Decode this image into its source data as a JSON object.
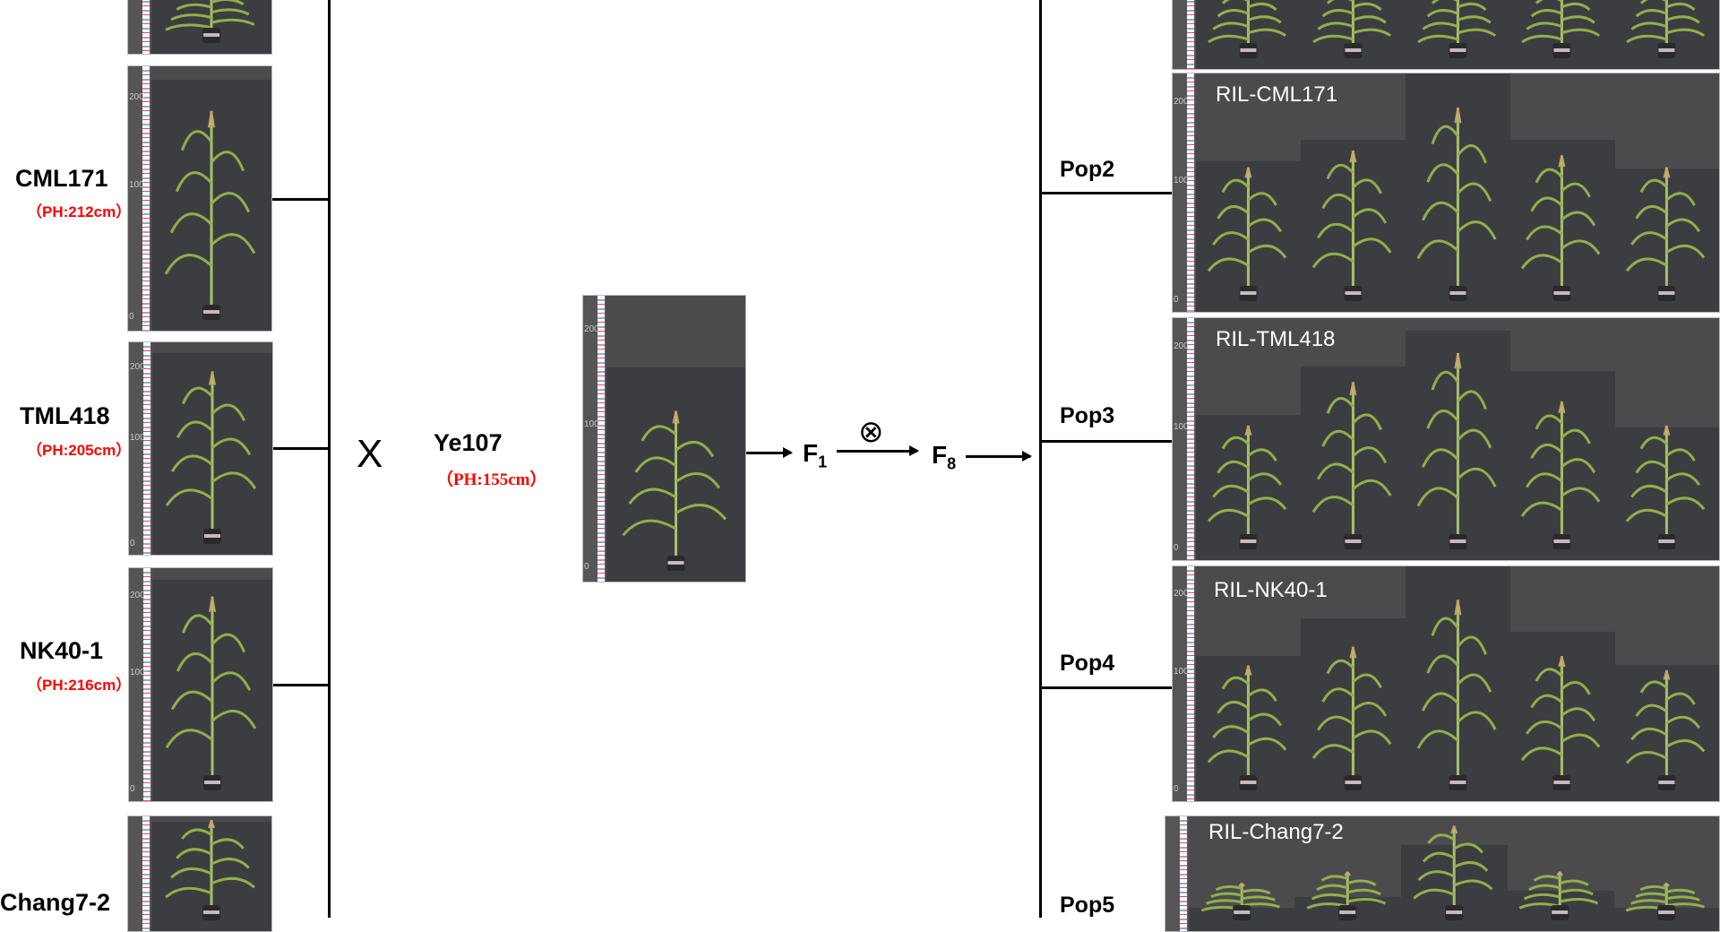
{
  "ruler_ticks": [
    "200",
    "100",
    "0"
  ],
  "parents": [
    {
      "name": "",
      "ph": ""
    },
    {
      "name": "CML171",
      "ph": "（PH:212cm）"
    },
    {
      "name": "TML418",
      "ph": "（PH:205cm）"
    },
    {
      "name": "NK40-1",
      "ph": "（PH:216cm）"
    },
    {
      "name": "Chang7-2",
      "ph": ""
    }
  ],
  "cross_symbol": "X",
  "common_parent": {
    "name": "Ye107",
    "ph": "（PH:155cm）"
  },
  "generations": {
    "f1": "F",
    "f1_sub": "1",
    "selfing_symbol": "⊗",
    "f8": "F",
    "f8_sub": "8"
  },
  "populations": [
    {
      "name": "Pop2",
      "ril": "RIL-CML171"
    },
    {
      "name": "Pop3",
      "ril": "RIL-TML418"
    },
    {
      "name": "Pop4",
      "ril": "RIL-NK40-1"
    },
    {
      "name": "Pop5",
      "ril": "RIL-Chang7-2"
    }
  ],
  "colors": {
    "ph_red": "#ff0000",
    "photo_bg": "#4b4b4d"
  }
}
